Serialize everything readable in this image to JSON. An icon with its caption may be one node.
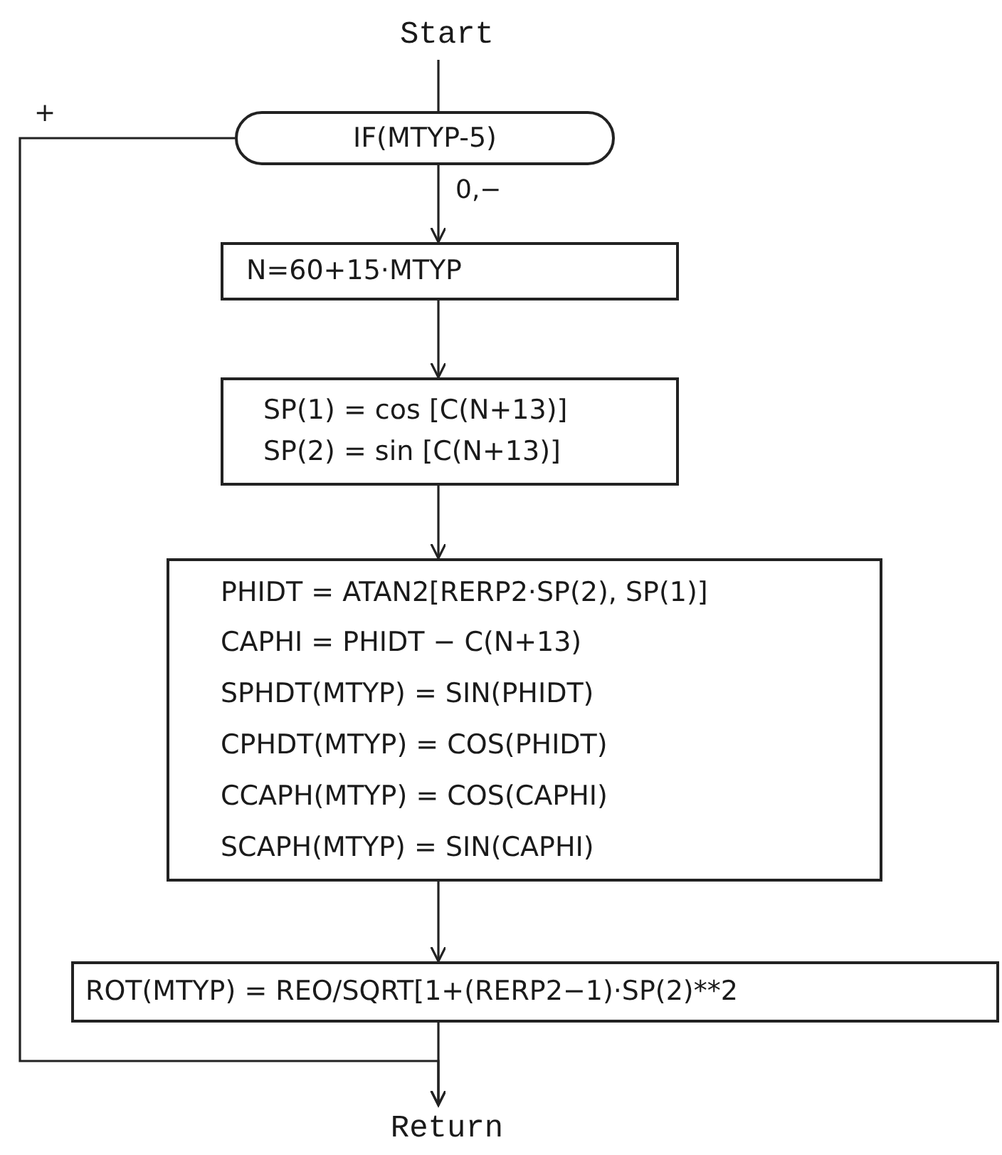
{
  "diagram": {
    "nodes": [
      {
        "text": [
          "Start"
        ]
      },
      {
        "text": [
          "IF(MTYP-5)"
        ]
      },
      {
        "text": [
          "N=60+15·MTYP"
        ]
      },
      {
        "text": [
          "SP(1) = cos [C(N+13)]",
          "SP(2) = sin [C(N+13)]"
        ]
      },
      {
        "text": [
          "PHIDT = ATAN2[RERP2·SP(2), SP(1)]",
          "CAPHI = PHIDT − C(N+13)",
          "SPHDT(MTYP) = SIN(PHIDT)",
          "CPHDT(MTYP) = COS(PHIDT)",
          "CCAPH(MTYP) = COS(CAPHI)",
          "SCAPH(MTYP) = SIN(CAPHI)"
        ]
      },
      {
        "text": [
          "ROT(MTYP) = REO/SQRT[1+(RERP2−1)·SP(2)**2"
        ]
      },
      {
        "text": [
          "Return"
        ]
      }
    ],
    "edges": [
      {
        "from": 0,
        "to": 1,
        "arrow": "none"
      },
      {
        "from": 1,
        "to": 2,
        "arrow": "to",
        "label": "0,−"
      },
      {
        "from": 2,
        "to": 3,
        "arrow": "to"
      },
      {
        "from": 3,
        "to": 4,
        "arrow": "to"
      },
      {
        "from": 4,
        "to": 5,
        "arrow": "to"
      },
      {
        "from": 5,
        "to": 6,
        "arrow": "to"
      },
      {
        "from": 1,
        "to": 6,
        "arrow": "to",
        "label": "+"
      }
    ]
  }
}
